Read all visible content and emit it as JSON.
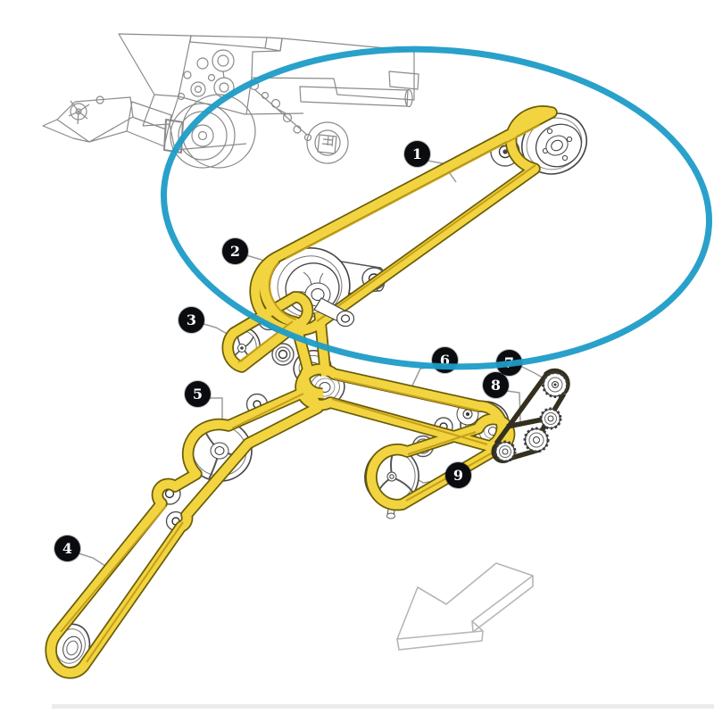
{
  "diagram": {
    "type": "parts-diagram",
    "subject": "combine-harvester-belt-drive",
    "callouts": [
      {
        "label": "1"
      },
      {
        "label": "2"
      },
      {
        "label": "3"
      },
      {
        "label": "4"
      },
      {
        "label": "5"
      },
      {
        "label": "6"
      },
      {
        "label": "7"
      },
      {
        "label": "8"
      },
      {
        "label": "9"
      }
    ],
    "colors": {
      "belt": "#F2D440",
      "belt_edge": "#6B5D08",
      "belt_shade": "#C49F1B",
      "highlight": "#1D9CC7",
      "callout_background": "#0A0C10",
      "callout_number": "#FFFFFF",
      "sketch_line": "#8A8A8A",
      "arrow_line": "#B6B6B6",
      "chain": "#35301D"
    }
  }
}
